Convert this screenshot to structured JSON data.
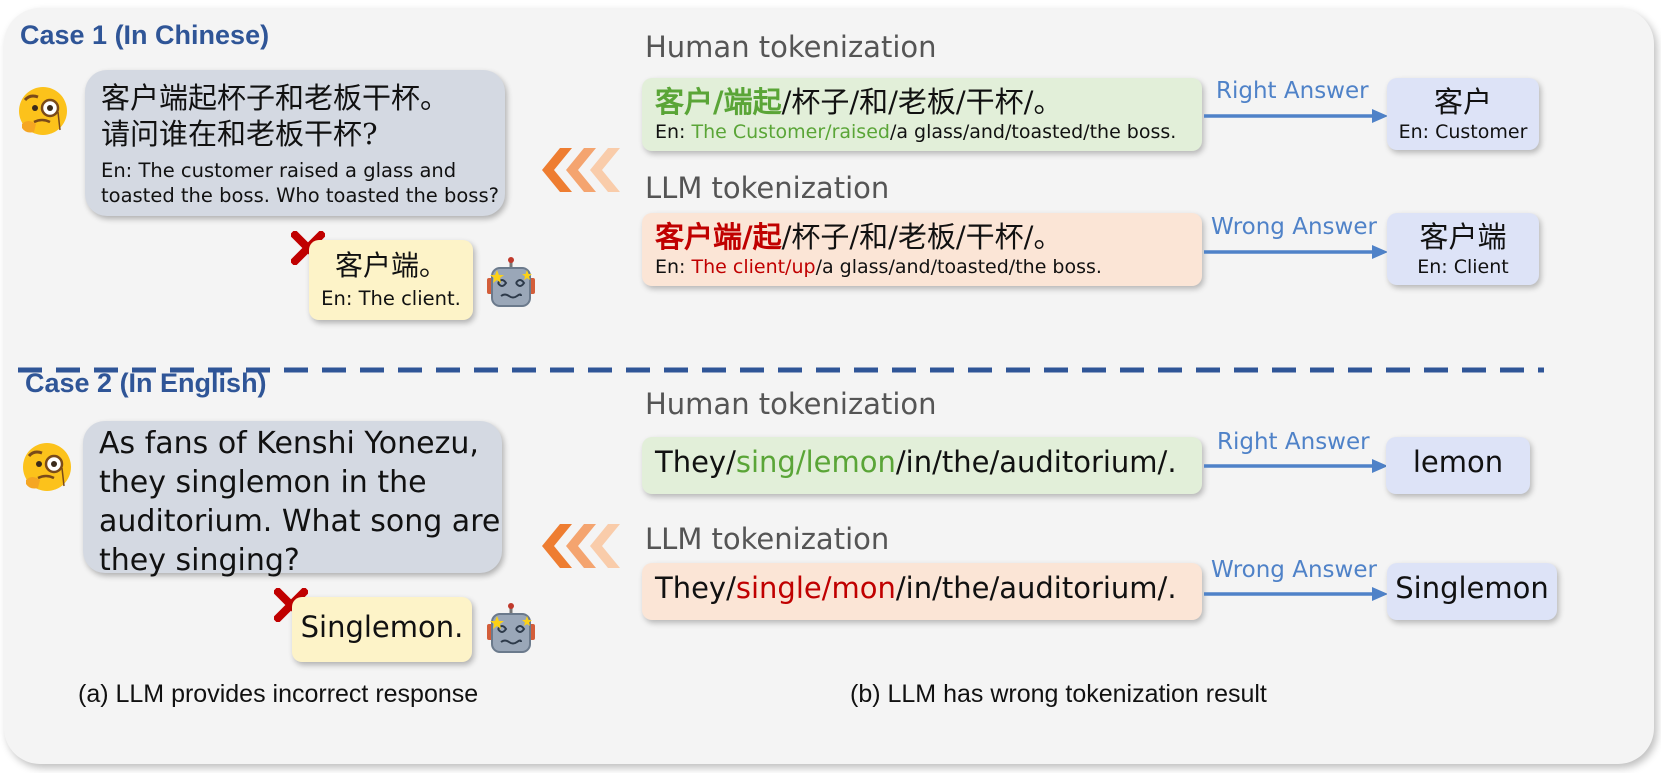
{
  "case1": {
    "title": "Case 1 (In Chinese)",
    "question_cn_line1": "客户端起杯子和老板干杯。",
    "question_cn_line2": "请问谁在和老板干杯?",
    "question_en_line1": "En: The customer raised a glass and",
    "question_en_line2": "toasted the boss. Who toasted the boss?",
    "answer_cn": "客户端。",
    "answer_en": "En: The client.",
    "human_label": "Human tokenization",
    "human_cn_highlight": "客户/端起",
    "human_cn_rest": "/杯子/和/老板/干杯/。",
    "human_en_prefix": "En: ",
    "human_en_highlight": "The Customer/raised",
    "human_en_rest": "/a glass/and/toasted/the boss.",
    "right_label": "Right Answer",
    "right_cn": "客户",
    "right_en": "En: Customer",
    "llm_label": "LLM tokenization",
    "llm_cn_highlight": "客户端/起",
    "llm_cn_rest": "/杯子/和/老板/干杯/。",
    "llm_en_prefix": "En: ",
    "llm_en_highlight": "The client/up",
    "llm_en_rest": "/a glass/and/toasted/the boss.",
    "wrong_label": "Wrong Answer",
    "wrong_cn": "客户端",
    "wrong_en": "En: Client"
  },
  "case2": {
    "title": "Case 2 (In English)",
    "question_line1": "As fans of Kenshi Yonezu,",
    "question_line2": "they singlemon in the",
    "question_line3": "auditorium. What song are",
    "question_line4": "they singing?",
    "answer": "Singlemon.",
    "human_label": "Human tokenization",
    "human_prefix": "They/",
    "human_highlight": "sing/lemon",
    "human_rest": "/in/the/auditorium/.",
    "right_label": "Right Answer",
    "right_answer": "lemon",
    "llm_label": "LLM tokenization",
    "llm_prefix": "They/",
    "llm_highlight": "single/mon",
    "llm_rest": "/in/the/auditorium/.",
    "wrong_label": "Wrong Answer",
    "wrong_answer": "Singlemon"
  },
  "captions": {
    "left": "(a) LLM provides incorrect response",
    "right": "(b) LLM has wrong tokenization result"
  },
  "colors": {
    "title_blue": "#2f5597",
    "arrow_blue": "#4f82c8",
    "correct_green": "#5aa537",
    "wrong_red": "#c00000",
    "chevron_orange": "#ee7d31"
  },
  "icons": [
    "thinking-monocle-face-icon",
    "dizzy-robot-icon",
    "red-x-icon",
    "triple-chevron-left-icon",
    "right-arrow-icon"
  ]
}
